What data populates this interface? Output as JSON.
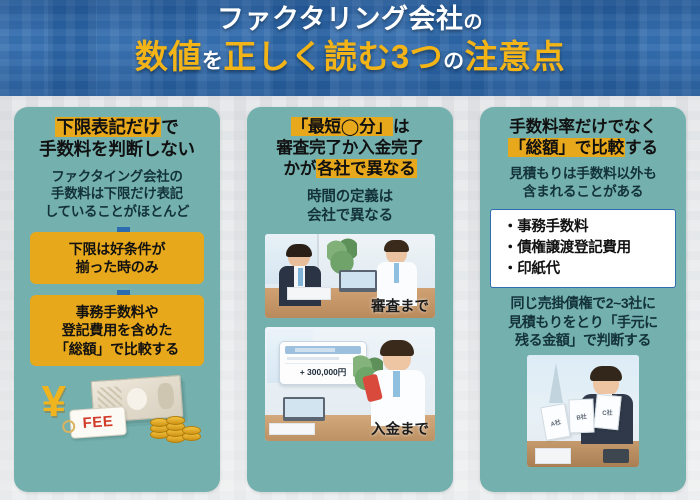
{
  "header": {
    "title_line1_main": "ファクタリング会社",
    "title_line1_suffix": "の",
    "title_line2_p1": "数値",
    "title_line2_p2": "を",
    "title_line2_p3": "正しく読む3つ",
    "title_line2_p4": "の",
    "title_line2_p5": "注意点",
    "accent_color": "#f2b417",
    "bg_color": "#2f6cb0"
  },
  "panels": [
    {
      "id": "panel-1",
      "title_line1_hl": "下限表記だけ",
      "title_line1_tail": "で",
      "title_line2": "手数料を判断しない",
      "subtext": "ファクタイング会社の\n手数料は下限だけ表記\nしていることがほとんど",
      "step1": "下限は好条件が\n揃った時のみ",
      "step2": "事務手数料や\n登記費用を含めた\n「総額」で比較する",
      "illustration_label": "FEE",
      "illustration_name": "yen-banknotes-coins-fee-tag"
    },
    {
      "id": "panel-2",
      "title_line1_hl": "「最短◯分」",
      "title_line1_tail": "は",
      "title_line2": "審査完了か入金完了",
      "title_line3_head": "かが",
      "title_line3_hl": "各社で異なる",
      "subtext": "時間の定義は\n会社で異なる",
      "photo_top_caption": "審査まで",
      "photo_bottom_caption": "入金まで",
      "deposit_amount": "+ 300,000円"
    },
    {
      "id": "panel-3",
      "title_line1": "手数料率だけでなく",
      "title_line2_hl": "「総額」で比較",
      "title_line2_tail": "する",
      "subtext": "見積もりは手数料以外も\n含まれることがある",
      "fee_items": [
        "・事務手数料",
        "・債権譲渡登記費用",
        "・印紙代"
      ],
      "conclusion": "同じ売掛債権で2~3社に\n見積もりをとり「手元に\n残る金額」で判断する",
      "quote_labels": [
        "A社",
        "B社",
        "C社"
      ]
    }
  ],
  "colors": {
    "panel_bg": "#73b0ae",
    "highlight": "#e8a81c",
    "arrow": "#2b6bb0",
    "list_border": "#2f6cb0"
  }
}
